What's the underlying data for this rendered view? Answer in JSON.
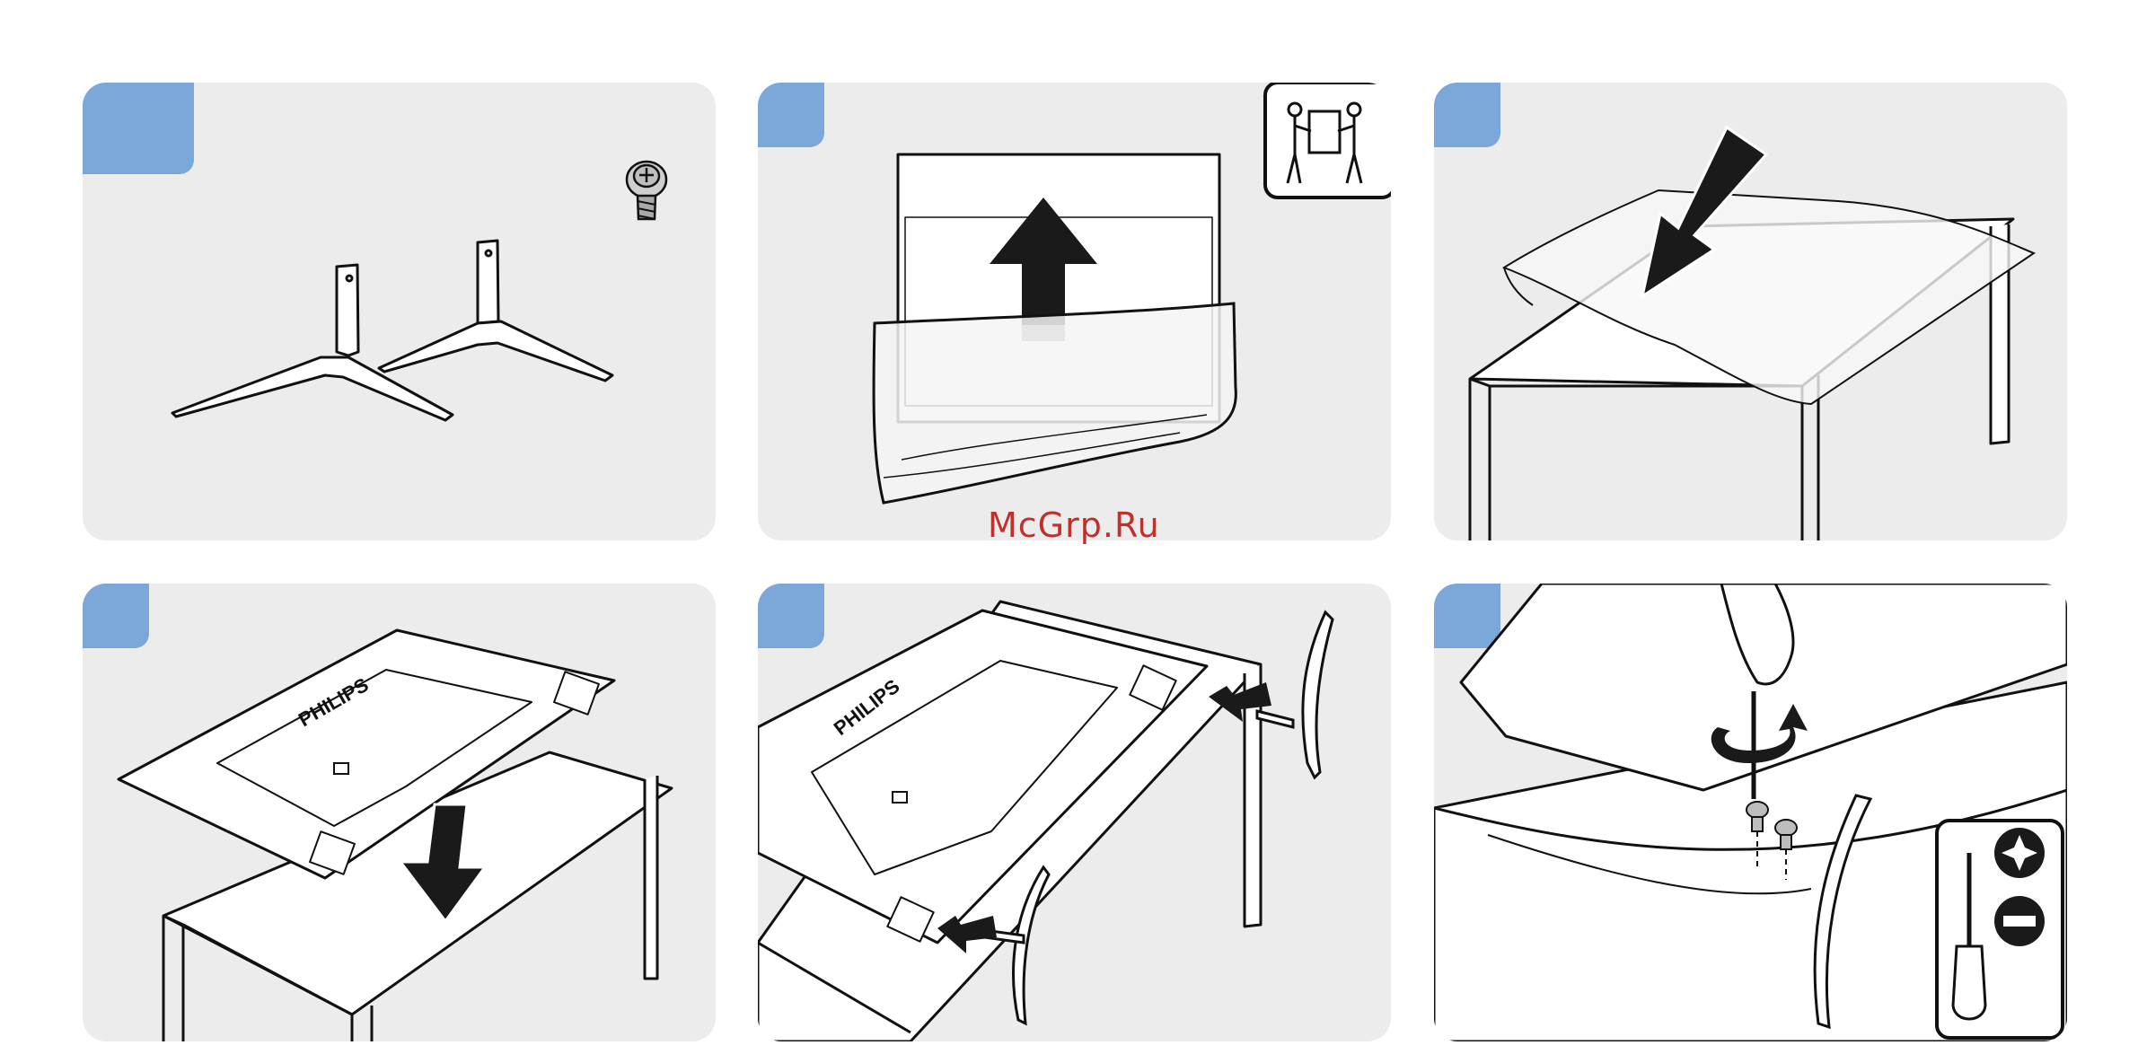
{
  "document": {
    "panels": [
      {
        "id": "step-1",
        "badge_label": "",
        "content": "stand legs and screw"
      },
      {
        "id": "step-2",
        "badge_label": "",
        "content": "lift tv from box with two people"
      },
      {
        "id": "step-3",
        "badge_label": "",
        "content": "place foam sheet on table"
      },
      {
        "id": "step-4",
        "badge_label": "",
        "content": "lay tv face down on table"
      },
      {
        "id": "step-5",
        "badge_label": "",
        "content": "insert stand legs"
      },
      {
        "id": "step-6",
        "badge_label": "",
        "content": "screw stand legs"
      }
    ],
    "brand_text": "PHILIPS",
    "watermark": "McGrp.Ru",
    "colors": {
      "badge": "#7ba7d9",
      "panel": "#ececec",
      "ink": "#111111",
      "watermark": "#c0312b"
    }
  }
}
